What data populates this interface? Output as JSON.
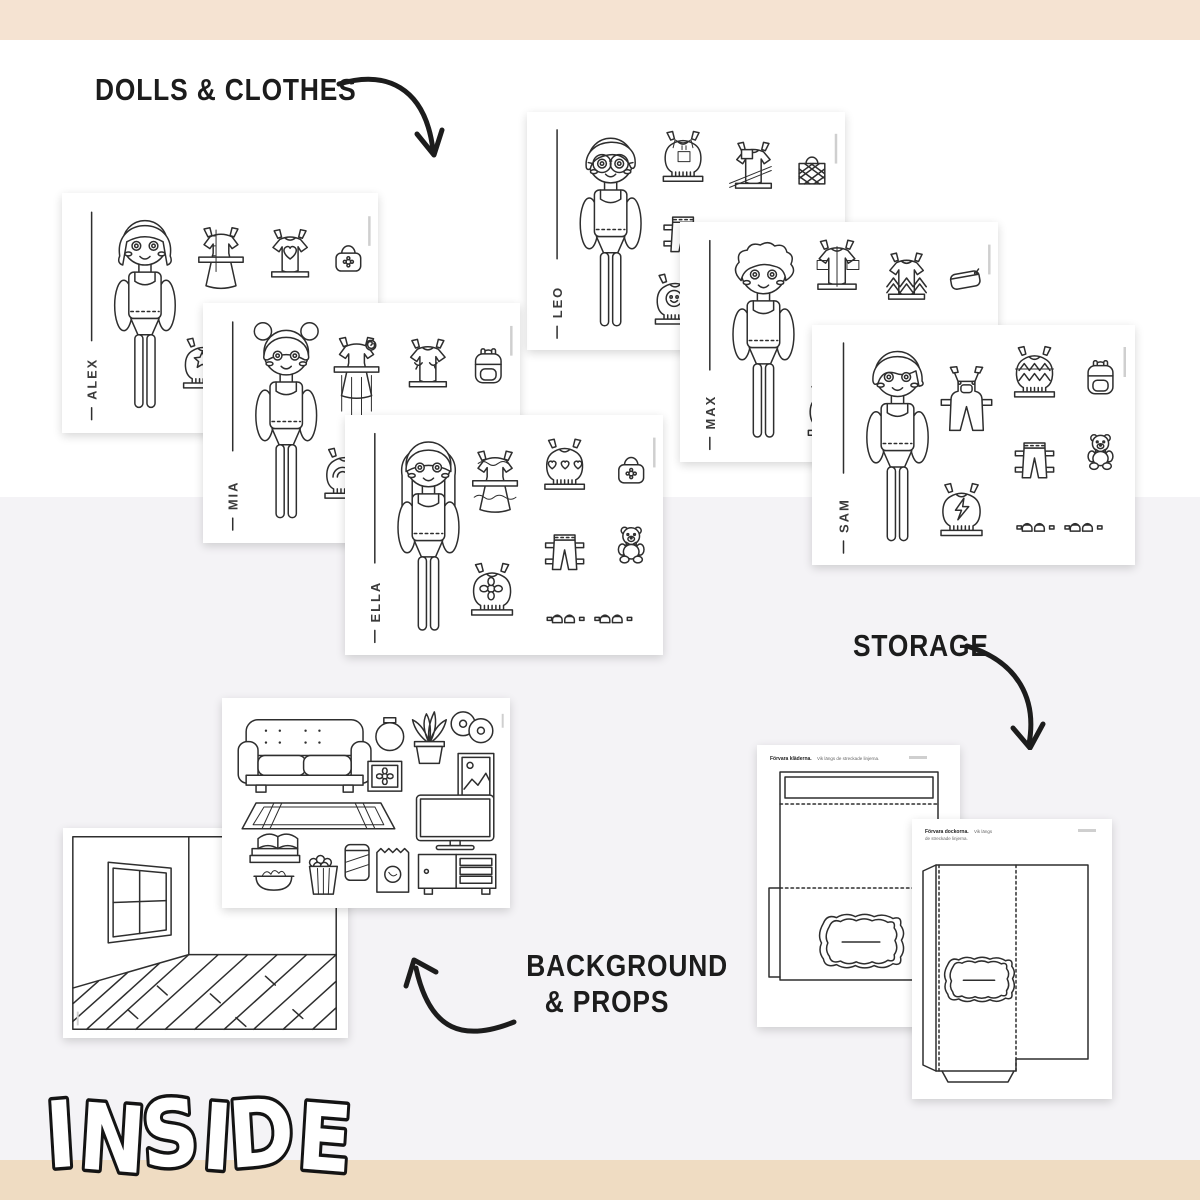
{
  "page": {
    "colors": {
      "top_band": "#f5e3d2",
      "bottom_band": "#efdcc2",
      "upper_bg": "#ffffff",
      "lower_bg": "#f4f3f6",
      "ink": "#1c1c1c",
      "line_art": "#2e2e2e",
      "sheet_bg": "#ffffff"
    }
  },
  "annotations": {
    "dolls_clothes": {
      "label": "DOLLS & CLOTHES"
    },
    "storage": {
      "label": "STORAGE"
    },
    "background_props": {
      "line1": "BACKGROUND",
      "line2": "& PROPS"
    },
    "inside": {
      "label": "INSIDE"
    }
  },
  "doll_sheets": [
    {
      "name": "ALEX",
      "doll": "girl with bob haircut",
      "clothes": [
        "button dress with bow",
        "heart sweater",
        "handbag",
        "star sweater (partly hidden)"
      ]
    },
    {
      "name": "MIA",
      "doll": "girl with double buns",
      "clothes": [
        "rose dress with pleated skirt",
        "sleepy-eyes blouse",
        "backpack",
        "rainbow sweater (partly hidden)"
      ]
    },
    {
      "name": "ELLA",
      "doll": "girl with long hair",
      "clothes": [
        "ruffled dress",
        "three-hearts sweater",
        "trousers",
        "flower sweater",
        "handbag",
        "teddy bear",
        "two pairs of shoes"
      ]
    },
    {
      "name": "LEO",
      "doll": "boy with round glasses",
      "clothes": [
        "hoodie with joggers",
        "t-shirt with pocket and sash",
        "woven tote bag",
        "sweater (partly hidden)"
      ]
    },
    {
      "name": "MAX",
      "doll": "boy with curly hair",
      "clothes": [
        "jacket with trousers",
        "zigzag blouse",
        "pencil case",
        "sweater (partly hidden)"
      ]
    },
    {
      "name": "SAM",
      "doll": "boy with side-swept hair",
      "clothes": [
        "overalls",
        "zigzag knit sweater",
        "trousers",
        "lightning sweater",
        "backpack",
        "teddy bear",
        "two pairs of shoes"
      ]
    }
  ],
  "background_props_sheets": {
    "props_sheet": {
      "items": [
        "sofa",
        "vase",
        "potted plant",
        "cds",
        "flower picture frame",
        "poster",
        "rug",
        "television",
        "books",
        "snack bowl",
        "popcorn",
        "soda can",
        "chips bag",
        "tv stand"
      ]
    },
    "room_sheet": {
      "description": "empty room with window and wood plank floor"
    }
  },
  "storage_sheets": [
    {
      "title": "Förvara kläderna.",
      "subtitle": "Vik längs de streckade linjerna.",
      "subtitle2": ""
    },
    {
      "title": "Förvara dockorna.",
      "subtitle": "Vik längs",
      "subtitle2": "de streckade linjerna."
    }
  ]
}
